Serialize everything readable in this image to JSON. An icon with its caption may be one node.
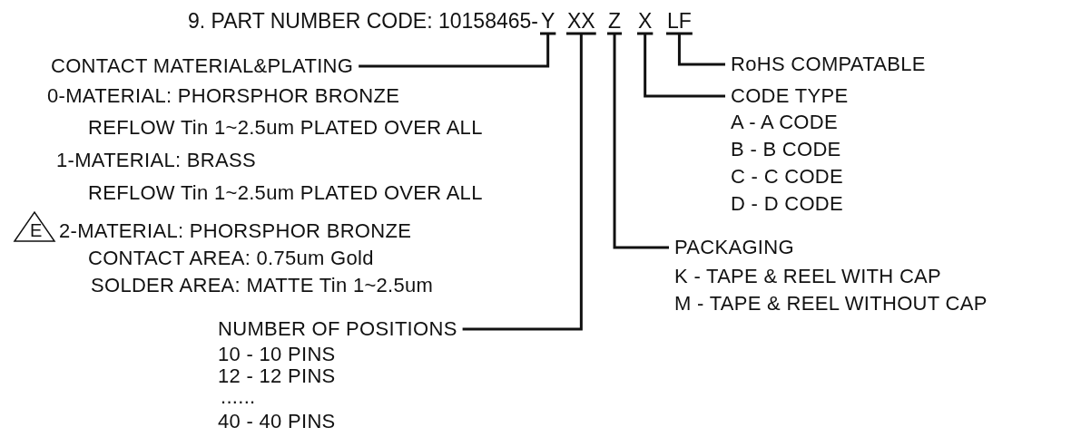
{
  "diagram": {
    "nodes": [
      {
        "text": [
          "Y"
        ]
      },
      {
        "text": [
          "XX"
        ]
      },
      {
        "text": [
          "Z"
        ]
      },
      {
        "text": [
          "X"
        ]
      },
      {
        "text": [
          "LF"
        ]
      },
      {
        "text": [
          "CONTACT MATERIAL&PLATING",
          "0-MATERIAL: PHORSPHOR BRONZE",
          "REFLOW Tin 1~2.5um PLATED OVER ALL",
          "1-MATERIAL: BRASS",
          "REFLOW Tin 1~2.5um PLATED OVER ALL",
          "2-MATERIAL: PHORSPHOR BRONZE",
          "CONTACT AREA: 0.75um Gold",
          "SOLDER AREA: MATTE Tin 1~2.5um"
        ]
      },
      {
        "text": [
          "NUMBER OF POSITIONS",
          "10 - 10 PINS",
          "12 - 12 PINS",
          "......",
          "40 - 40 PINS"
        ]
      },
      {
        "text": [
          "PACKAGING",
          "K - TAPE & REEL WITH CAP",
          "M - TAPE & REEL WITHOUT CAP"
        ]
      },
      {
        "text": [
          "CODE TYPE",
          "A - A CODE",
          "B - B CODE",
          "C - C CODE",
          "D - D CODE"
        ]
      },
      {
        "text": [
          "RoHS COMPATABLE"
        ]
      }
    ],
    "edges": [
      {
        "from": 0,
        "to": 5,
        "arrow": "none"
      },
      {
        "from": 1,
        "to": 6,
        "arrow": "none"
      },
      {
        "from": 2,
        "to": 7,
        "arrow": "none"
      },
      {
        "from": 3,
        "to": 8,
        "arrow": "none"
      },
      {
        "from": 4,
        "to": 9,
        "arrow": "none"
      }
    ],
    "labels": [
      "9. PART NUMBER CODE: 10158465-",
      "E"
    ]
  }
}
